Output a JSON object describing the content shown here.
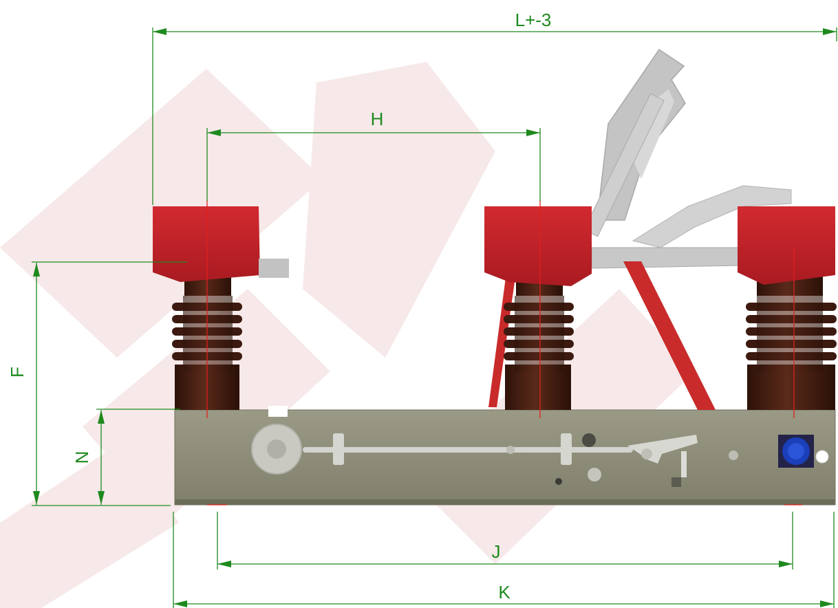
{
  "dimensions": {
    "L": "L+-3",
    "H": "H",
    "F": "F",
    "N": "N",
    "J": "J",
    "K": "K"
  },
  "colors": {
    "dimension_line": "#1e8a1e",
    "centerline": "#e0201e",
    "insulator_cap": "#c8232a",
    "insulator_body": "#4a2216",
    "base_frame": "#8f8f7b",
    "blade": "#c7c7c7",
    "watermark": "#f6e6e6",
    "connector": "#1a3fb8"
  },
  "icons": {
    "arrow": "arrowhead"
  }
}
